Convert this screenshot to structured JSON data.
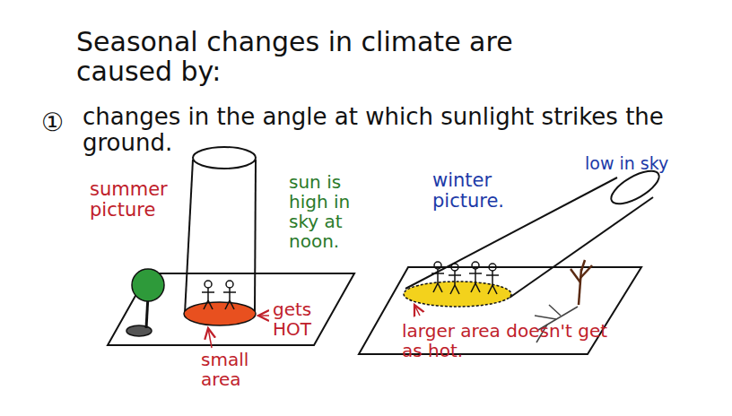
{
  "diagram": {
    "title": "Seasonal changes in climate are caused by:",
    "labels": [
      "①",
      "changes in the angle at which sunlight strikes the ground.",
      "summer picture",
      "sun is high in sky at noon.",
      "winter picture.",
      "low in sky",
      "gets HOT",
      "small area",
      "larger area doesn't get as hot."
    ]
  }
}
